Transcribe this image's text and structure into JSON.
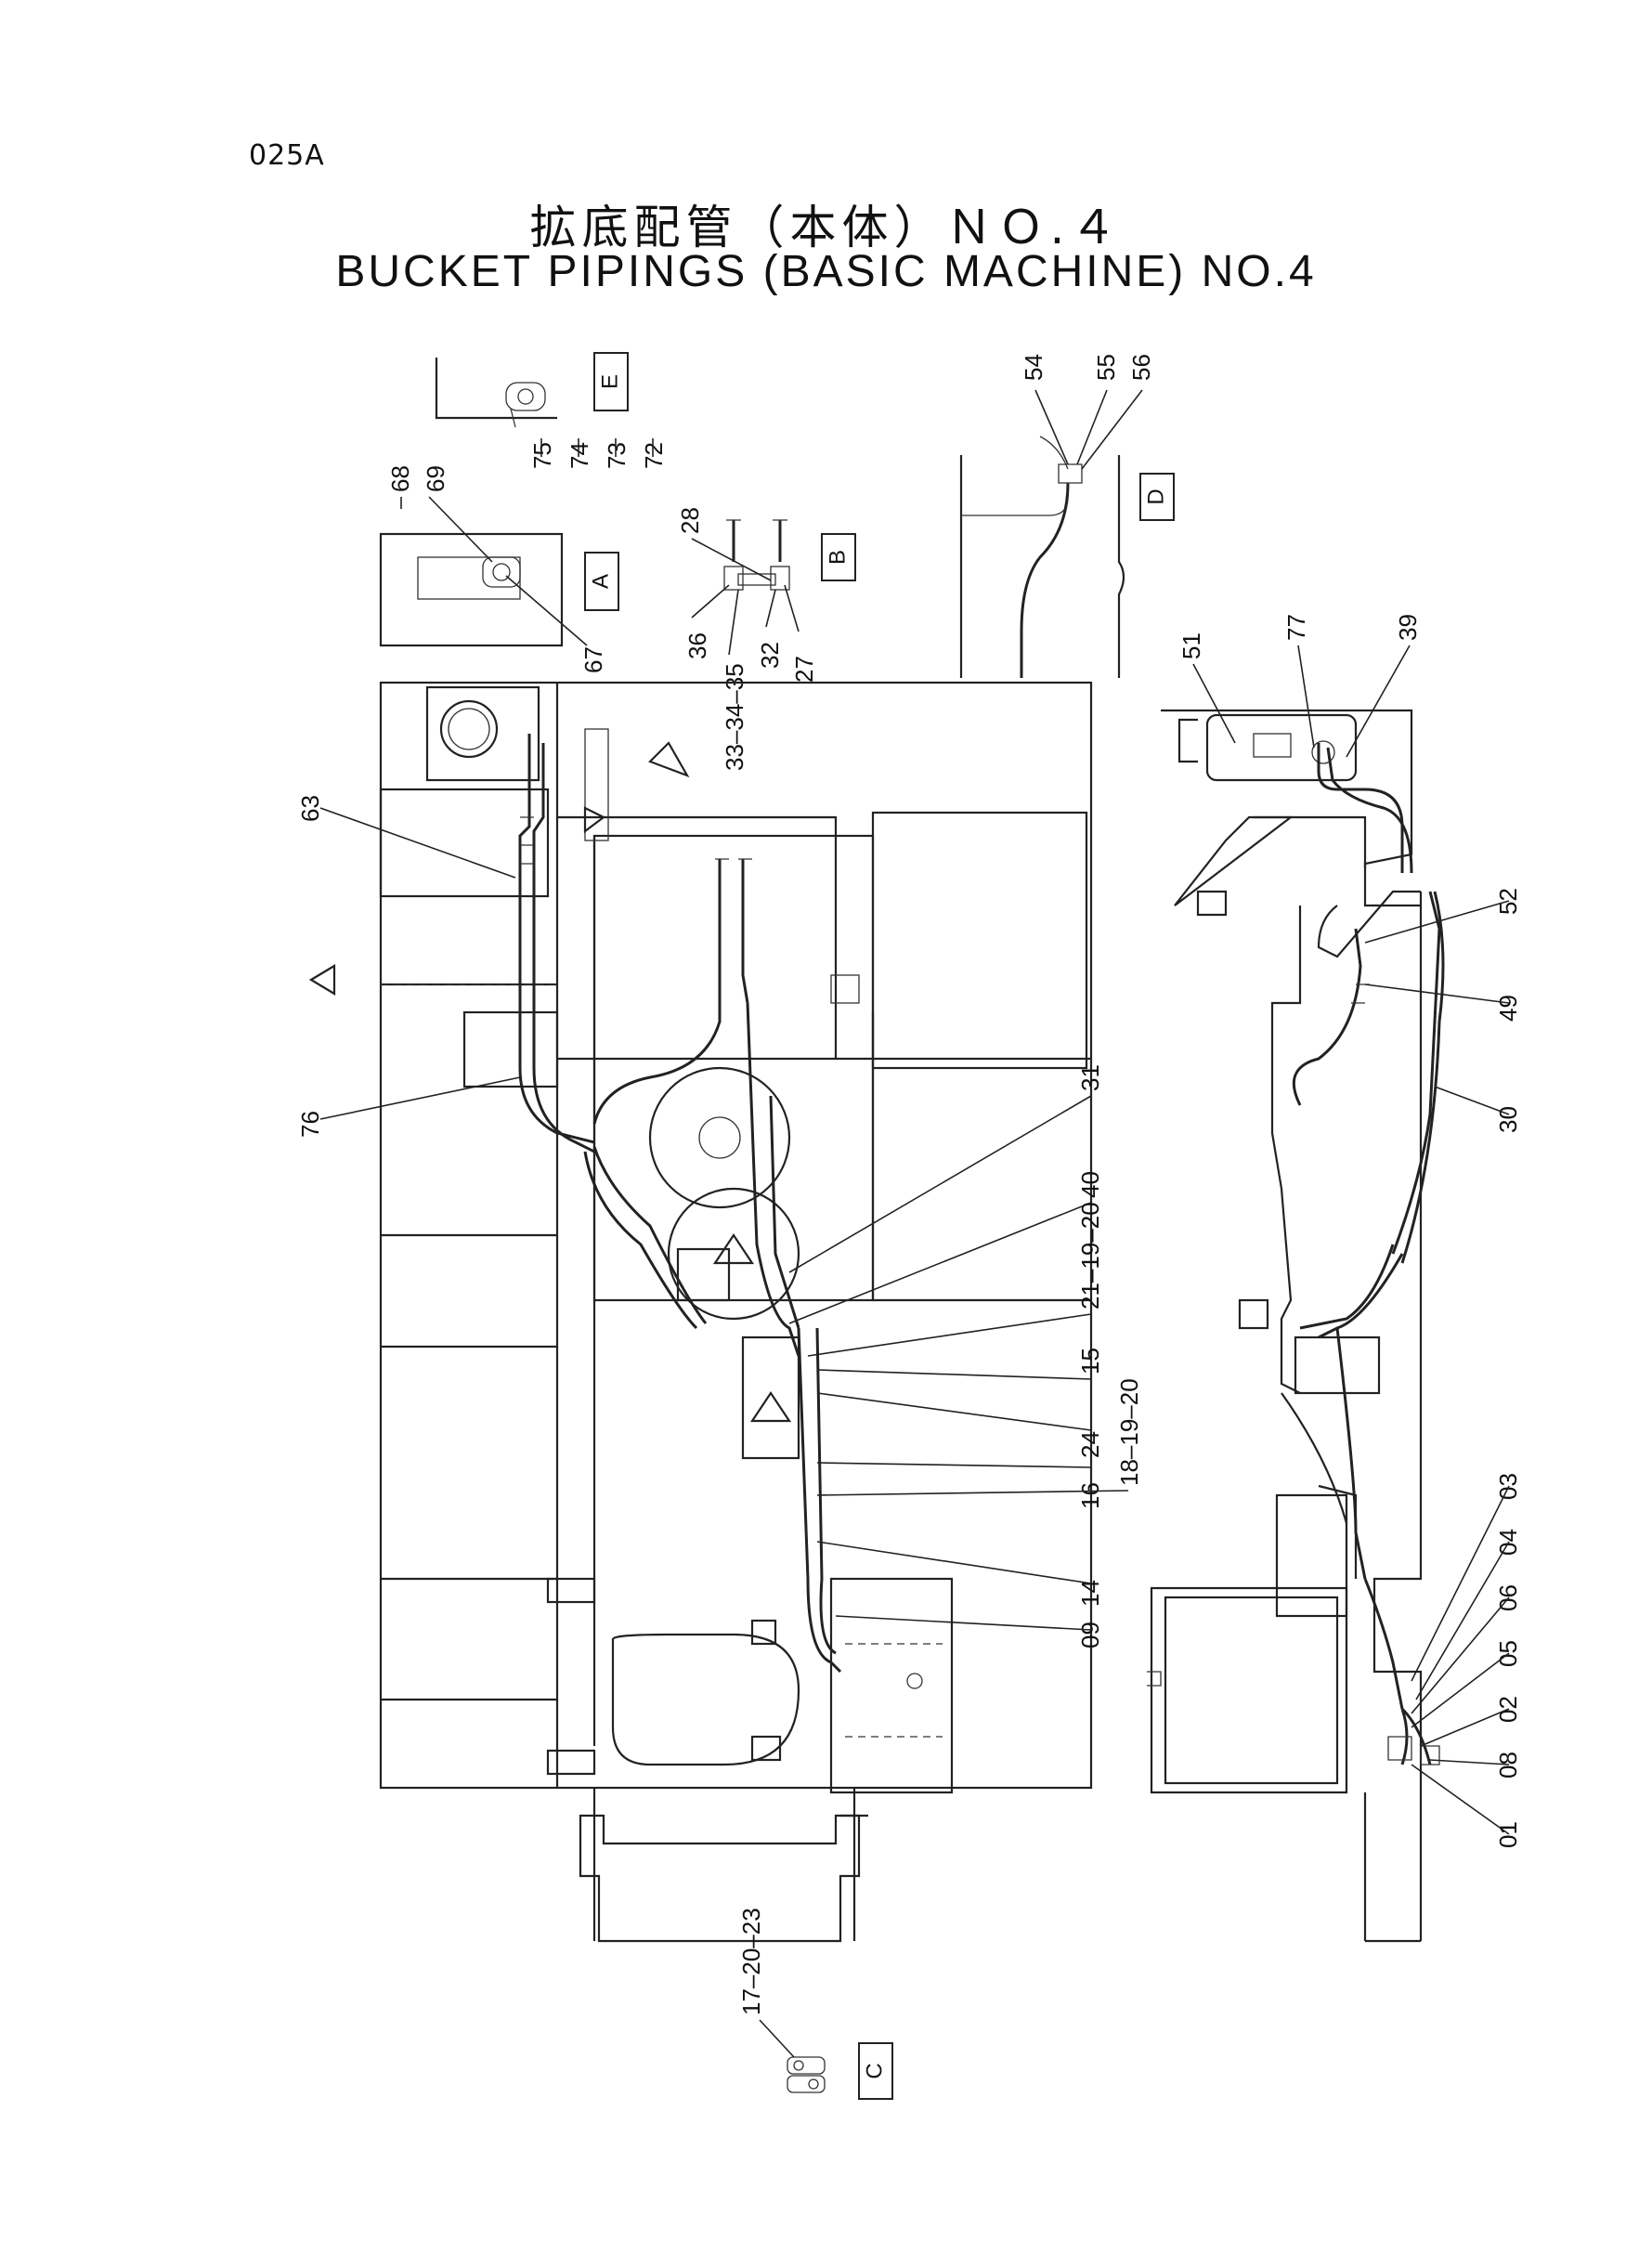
{
  "page_code": "025A",
  "title_jp": "拡底配管（本体）ＮＯ.４",
  "title_en": "BUCKET PIPINGS (BASIC MACHINE) NO.4",
  "views": [
    "A",
    "B",
    "C",
    "D",
    "E"
  ],
  "part_labels": {
    "p68": "68",
    "p69": "69",
    "p67": "67",
    "p75": "75",
    "p74": "74",
    "p73": "73",
    "p72": "72",
    "p28": "28",
    "p36": "36",
    "p33_34_35": "33–34–35",
    "p32": "32",
    "p27": "27",
    "p54": "54",
    "p55": "55",
    "p56": "56",
    "p51": "51",
    "p77": "77",
    "p39": "39",
    "p63": "63",
    "p76": "76",
    "p52": "52",
    "p49": "49",
    "p30": "30",
    "p31": "31",
    "p40": "40",
    "p21_19_20": "21–19–20",
    "p15": "15",
    "p24": "24",
    "p18_19_20": "18–19–20",
    "p16": "16",
    "p14": "14",
    "p09": "09",
    "p03": "03",
    "p04": "04",
    "p06": "06",
    "p05": "05",
    "p02": "02",
    "p08": "08",
    "p01": "01",
    "p17_20_23": "17–20–23"
  }
}
